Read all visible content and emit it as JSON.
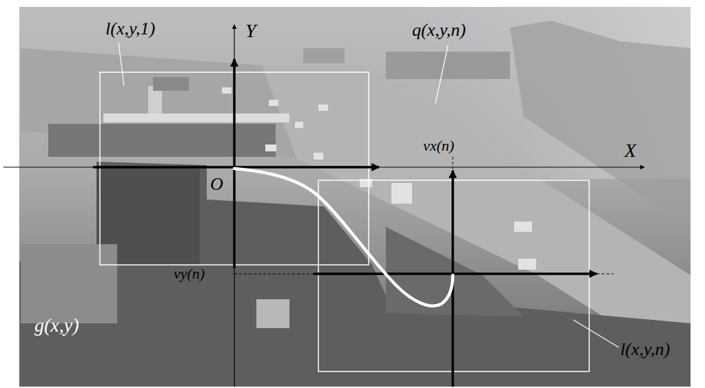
{
  "diagram": {
    "labels": [
      "l(x,y,1)",
      "Y",
      "q(x,y,n)",
      "X",
      "νx(n)",
      "O",
      "νy(n)",
      "g(x,y)",
      "l(x,y,n)"
    ]
  }
}
